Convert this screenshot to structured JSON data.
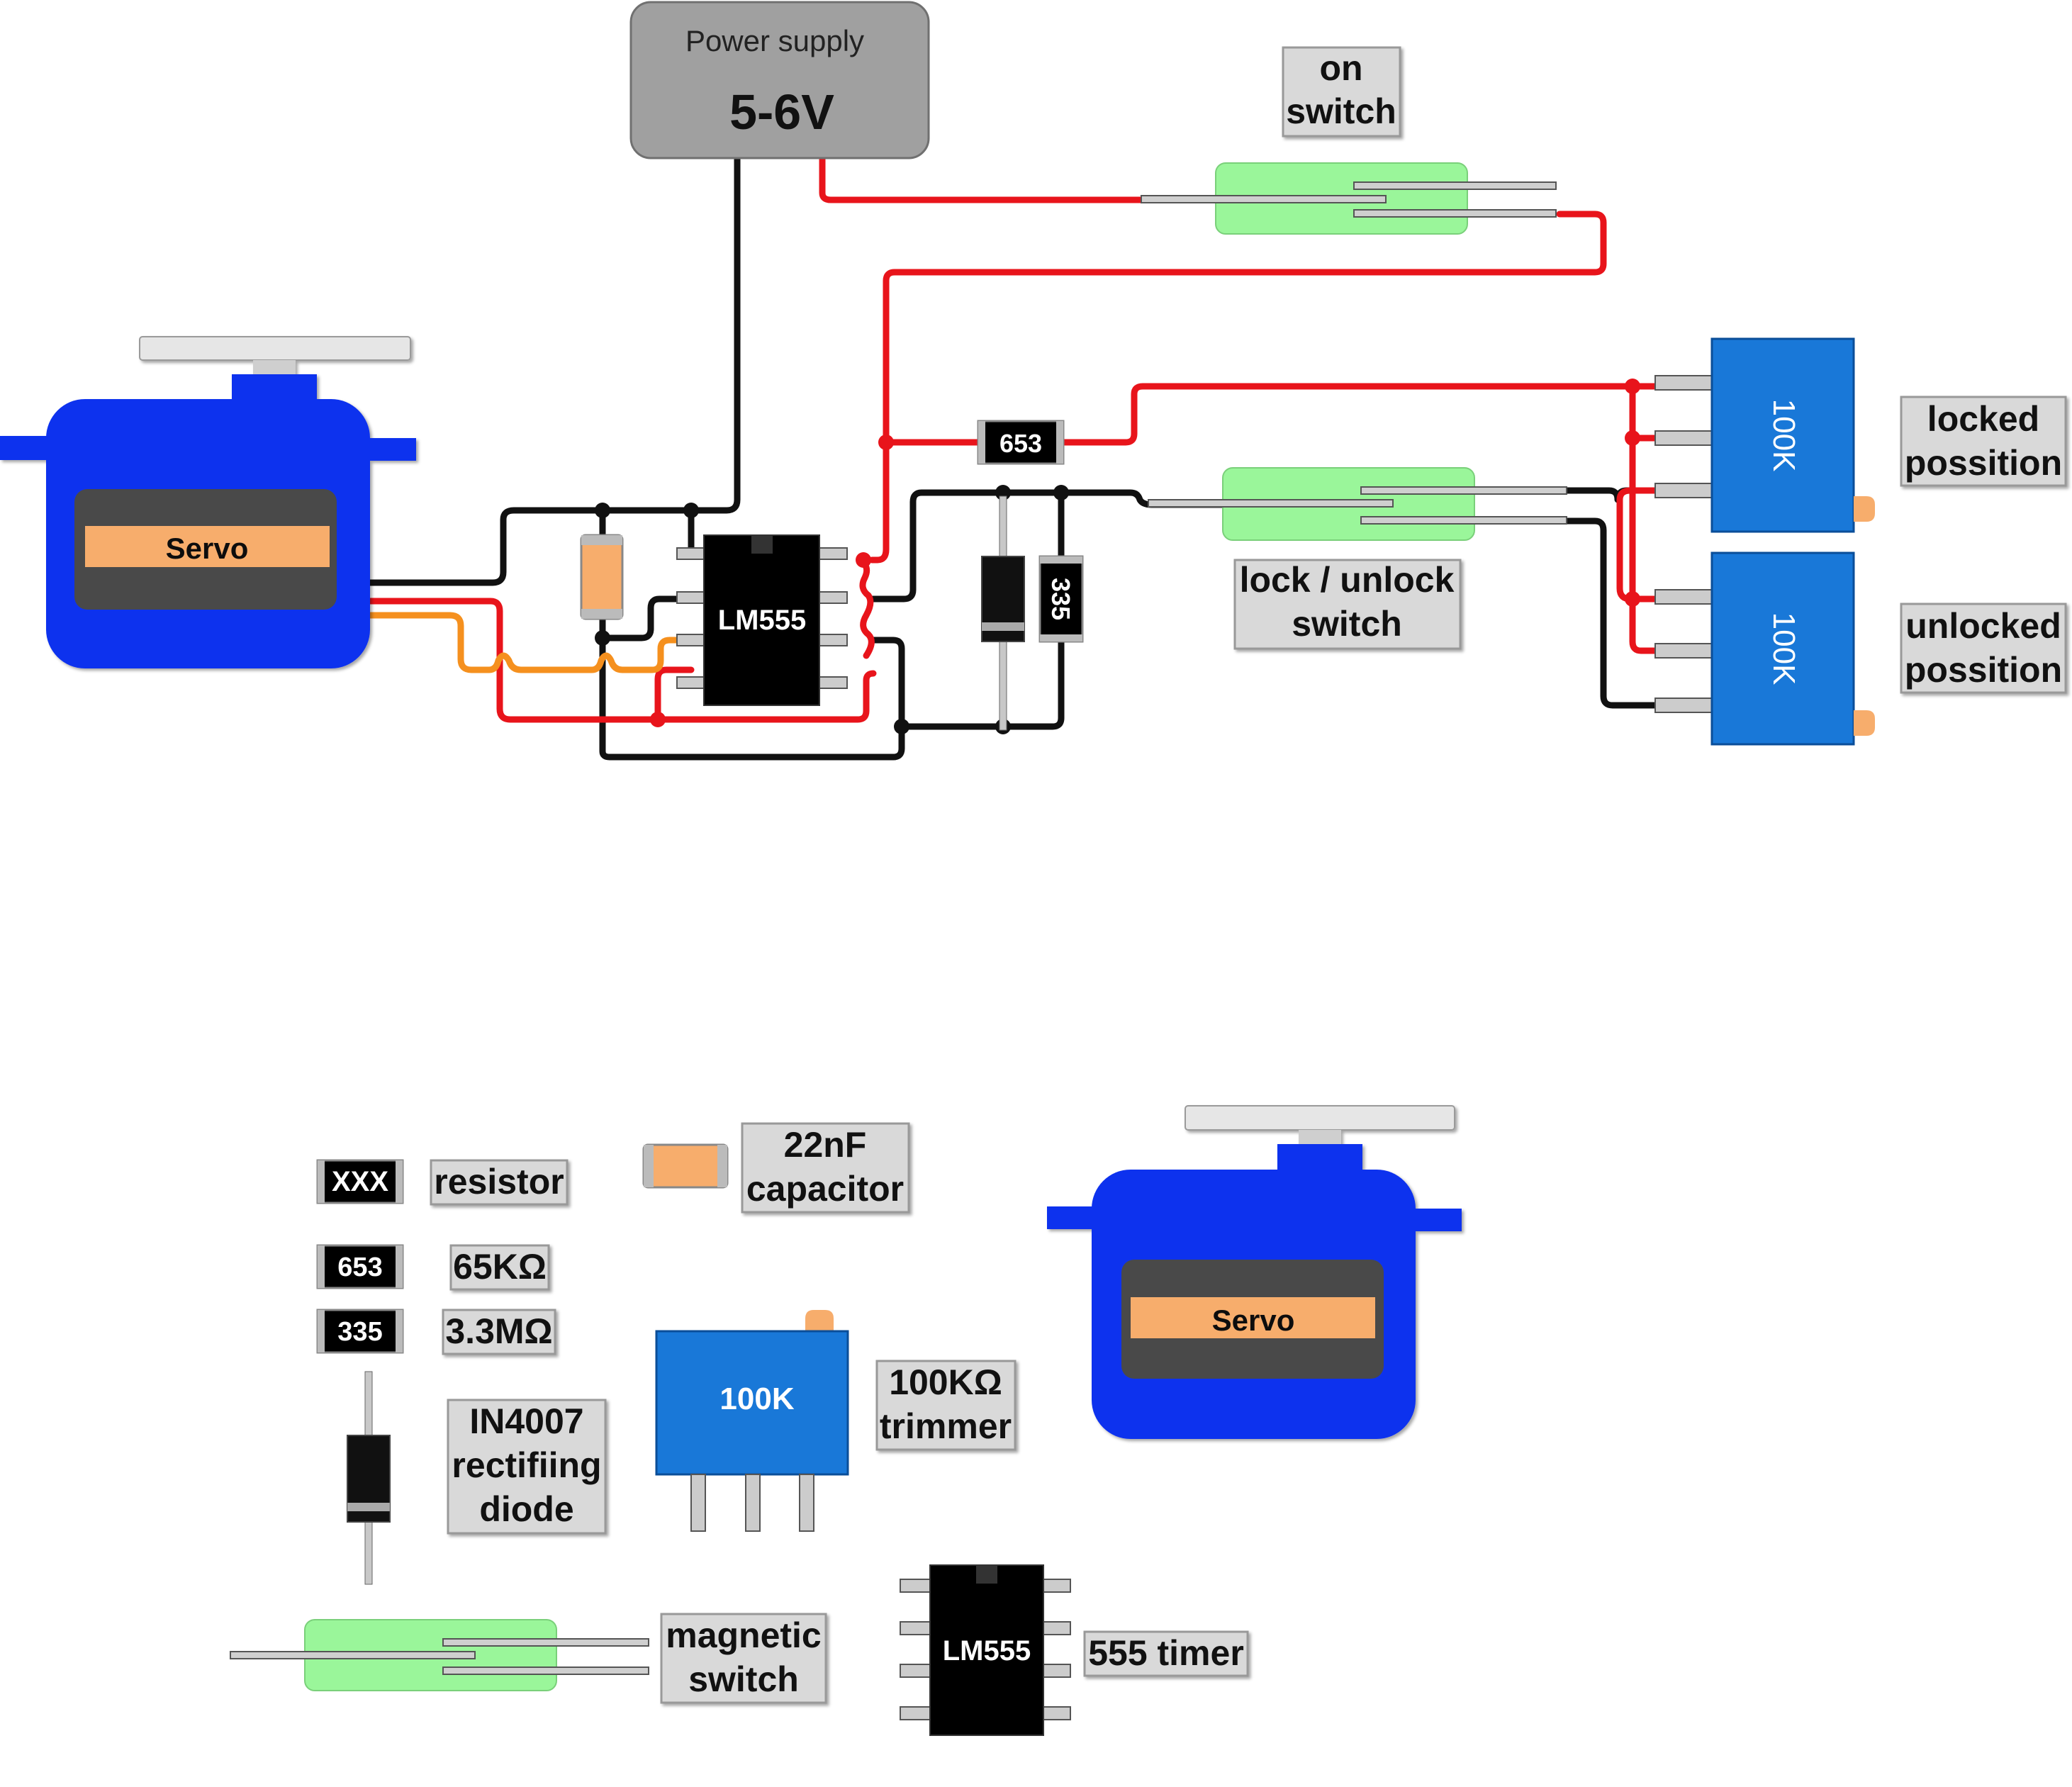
{
  "power_supply": {
    "label": "Power supply",
    "voltage": "5-6V"
  },
  "circuit": {
    "servo_label": "Servo",
    "ic_label": "LM555",
    "resistor_653": "653",
    "resistor_335": "335",
    "trimmer_label": "100K",
    "on_switch_label": [
      "on",
      "switch"
    ],
    "lock_switch_label": [
      "lock / unlock",
      "switch"
    ],
    "locked_label": [
      "locked",
      "possition"
    ],
    "unlocked_label": [
      "unlocked",
      "possition"
    ]
  },
  "legend": {
    "resistor_code": "XXX",
    "resistor_text": "resistor",
    "capacitor_text": [
      "22nF",
      "capacitor"
    ],
    "r653_code": "653",
    "r653_text": "65KΩ",
    "r335_code": "335",
    "r335_text": "3.3MΩ",
    "diode_text": [
      "IN4007",
      "rectifiing",
      "diode"
    ],
    "trimmer_code": "100K",
    "trimmer_text": [
      "100KΩ",
      "trimmer"
    ],
    "servo_label": "Servo",
    "switch_text": [
      "magnetic",
      "switch"
    ],
    "ic_label": "LM555",
    "ic_text": "555 timer"
  },
  "colors": {
    "wire_power": "#e8141b",
    "wire_ground": "#111111",
    "wire_signal": "#f5901e",
    "servo_body": "#1133ee",
    "servo_label_bg": "#f7ad6c",
    "trimmer": "#1978d8",
    "switch_glass": "#9af69a",
    "power_supply": "#a0a0a0",
    "label_box": "#d9d9d9"
  }
}
